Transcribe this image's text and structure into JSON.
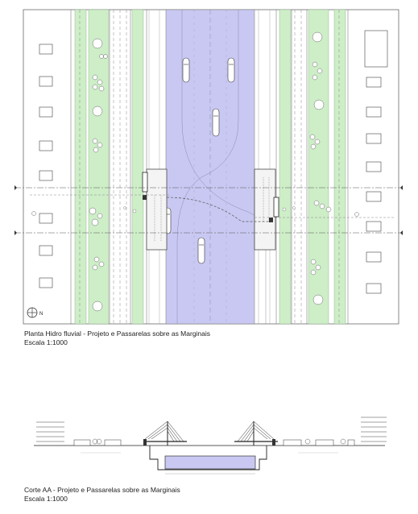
{
  "plan": {
    "title": "Planta Hidro fluvial - Projeto e Passarelas sobre as Marginais",
    "scale": "Escala 1:1000",
    "north_label": "N",
    "colors": {
      "river": "#c9c8f2",
      "green": "#cdeec7",
      "line": "#333333",
      "building": "#ffffff"
    }
  },
  "section": {
    "title": "Corte AA  - Projeto e Passarelas sobre as Marginais",
    "scale": "Escala 1:1000",
    "colors": {
      "water": "#c9c8f2",
      "line": "#222222"
    }
  }
}
